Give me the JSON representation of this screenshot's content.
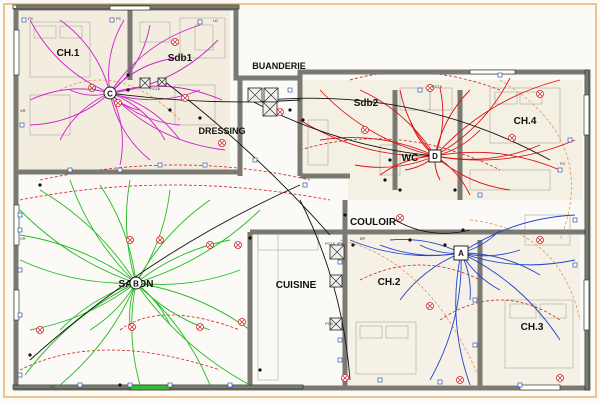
{
  "rooms": {
    "ch1": "CH.1",
    "sdb1": "Sdb1",
    "buanderie": "BUANDERIE",
    "dressing": "DRESSING",
    "sdb2": "Sdb2",
    "ch4": "CH.4",
    "wc": "WC",
    "couloir": "COULOIR",
    "cuisine": "CUISINE",
    "ch2": "CH.2",
    "ch3": "CH.3",
    "salon": "SALON"
  },
  "panels": {
    "c": "C",
    "d": "D",
    "a": "A",
    "b": "B"
  },
  "device_labels": {
    "pc": "PC",
    "lu": "LU",
    "vr": "VR",
    "pc16": "PC16",
    "pc6": "PC6",
    "ld": "LD",
    "bp": "BP"
  },
  "colors": {
    "wall": "#7a7a72",
    "wall_frame": "#2f3b2f",
    "outdoor_edge": "#e8b36a",
    "circuit_c": "#cc22cc",
    "circuit_d": "#dd1111",
    "circuit_a": "#2244cc",
    "circuit_b": "#22bb22",
    "control": "#111111",
    "dashed_red": "#cc2222",
    "dashed_orange": "#dd8844"
  }
}
